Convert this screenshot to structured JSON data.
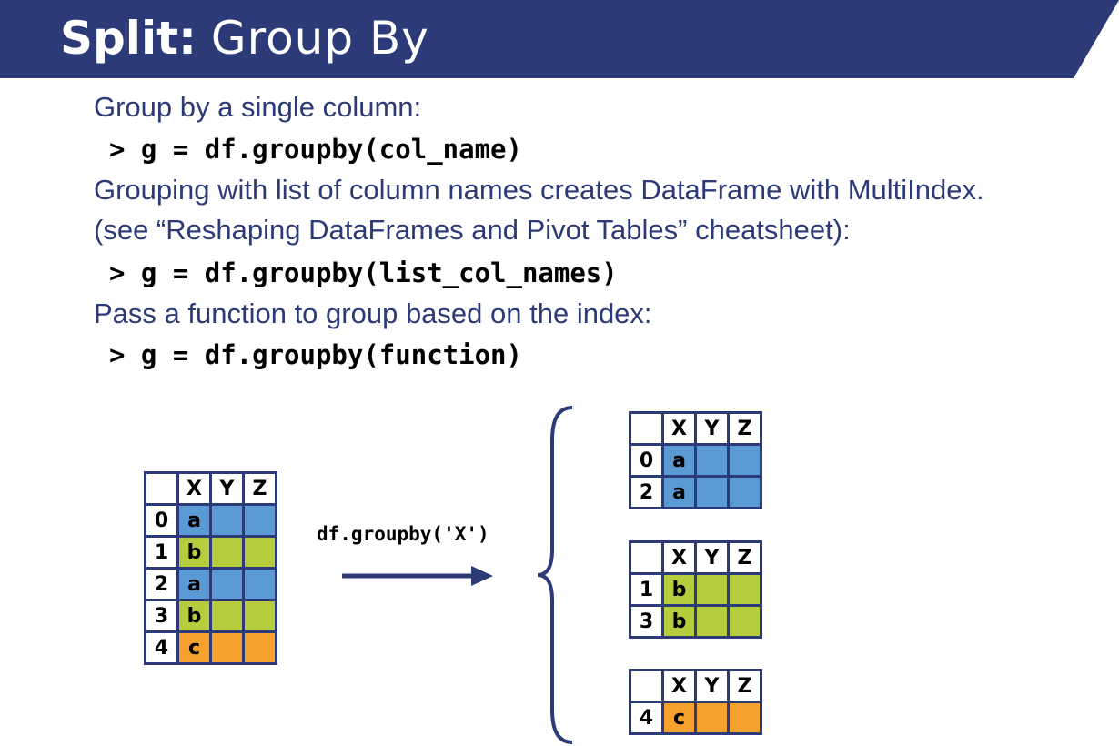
{
  "title": {
    "bold": "Split:",
    "light": "Group By"
  },
  "lines": [
    {
      "kind": "text",
      "value": "Group by a single column:"
    },
    {
      "kind": "code",
      "value": "> g = df.groupby(col_name)"
    },
    {
      "kind": "text",
      "value": "Grouping with list of column names creates DataFrame with MultiIndex."
    },
    {
      "kind": "text",
      "value": "(see “Reshaping DataFrames and Pivot Tables” cheatsheet):"
    },
    {
      "kind": "code",
      "value": "> g = df.groupby(list_col_names)"
    },
    {
      "kind": "text",
      "value": "Pass a function to group based on the index:"
    },
    {
      "kind": "code",
      "value": "> g = df.groupby(function)"
    }
  ],
  "diagram": {
    "operation": "df.groupby('X')",
    "headers": [
      "X",
      "Y",
      "Z"
    ],
    "source": [
      {
        "index": "0",
        "x": "a",
        "color": "#5b9bd5"
      },
      {
        "index": "1",
        "x": "b",
        "color": "#b5cc3c"
      },
      {
        "index": "2",
        "x": "a",
        "color": "#5b9bd5"
      },
      {
        "index": "3",
        "x": "b",
        "color": "#b5cc3c"
      },
      {
        "index": "4",
        "x": "c",
        "color": "#f6a12d"
      }
    ],
    "groups": [
      [
        {
          "index": "0",
          "x": "a",
          "color": "#5b9bd5"
        },
        {
          "index": "2",
          "x": "a",
          "color": "#5b9bd5"
        }
      ],
      [
        {
          "index": "1",
          "x": "b",
          "color": "#b5cc3c"
        },
        {
          "index": "3",
          "x": "b",
          "color": "#b5cc3c"
        }
      ],
      [
        {
          "index": "4",
          "x": "c",
          "color": "#f6a12d"
        }
      ]
    ]
  },
  "colors": {
    "banner": "#2c3b78",
    "text": "#2c3b78",
    "blue": "#5b9bd5",
    "green": "#b5cc3c",
    "orange": "#f6a12d"
  }
}
